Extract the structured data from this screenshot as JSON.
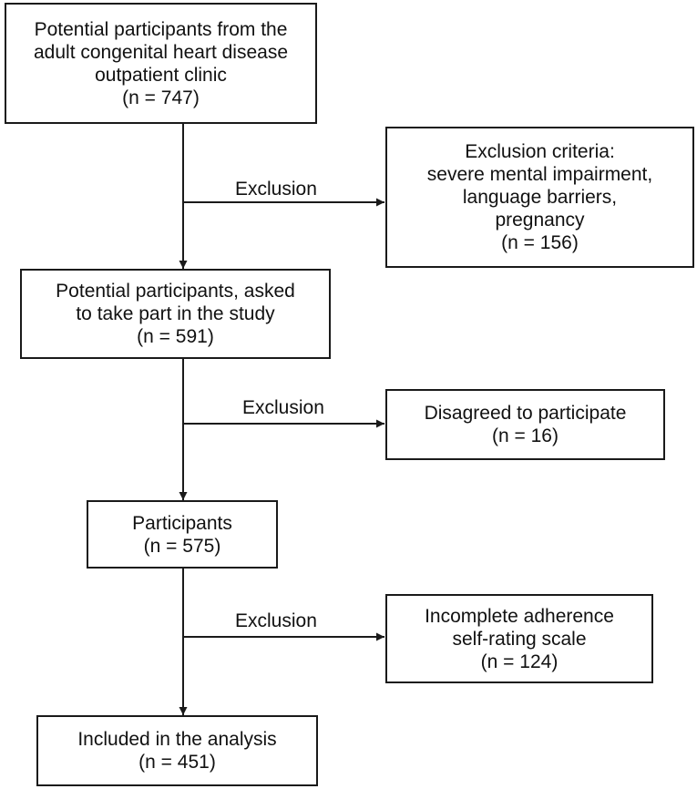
{
  "nodes": {
    "potential": {
      "lines": [
        "Potential participants from the",
        "adult congenital heart disease",
        "outpatient clinic",
        "(n = 747)"
      ]
    },
    "exclusion_criteria": {
      "lines": [
        "Exclusion criteria:",
        "severe mental impairment,",
        "language barriers,",
        "pregnancy",
        "(n = 156)"
      ]
    },
    "asked": {
      "lines": [
        "Potential participants, asked",
        "to take part in the study",
        "(n = 591)"
      ]
    },
    "disagreed": {
      "lines": [
        "Disagreed to participate",
        "(n = 16)"
      ]
    },
    "participants": {
      "lines": [
        "Participants",
        "(n = 575)"
      ]
    },
    "incomplete": {
      "lines": [
        "Incomplete adherence",
        "self-rating scale",
        "(n = 124)"
      ]
    },
    "included": {
      "lines": [
        "Included in the analysis",
        "(n = 451)"
      ]
    }
  },
  "edges": {
    "exclusion_1": {
      "label": "Exclusion"
    },
    "exclusion_2": {
      "label": "Exclusion"
    },
    "exclusion_3": {
      "label": "Exclusion"
    }
  },
  "colors": {
    "stroke": "#1a1a1a",
    "text": "#111111",
    "background": "#ffffff"
  }
}
